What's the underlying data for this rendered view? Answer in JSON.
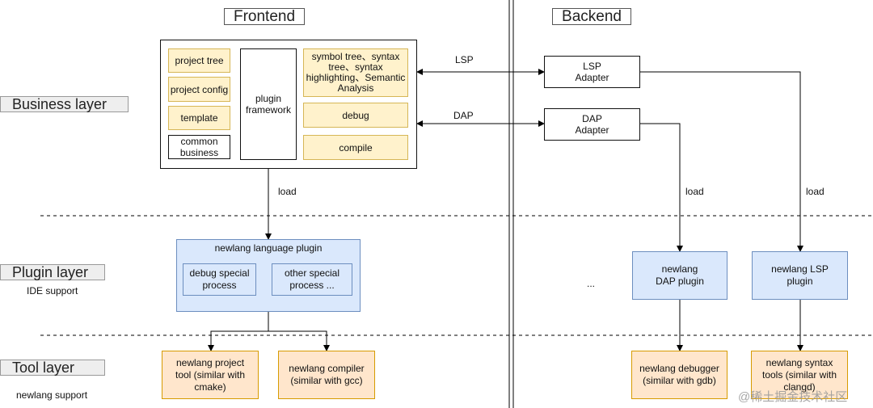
{
  "headers": {
    "frontend": "Frontend",
    "backend": "Backend"
  },
  "layers": {
    "business": {
      "title": "Business layer"
    },
    "plugin": {
      "title": "Plugin layer",
      "subtitle": "IDE support"
    },
    "tool": {
      "title": "Tool layer",
      "subtitle": "newlang support"
    }
  },
  "frontend_business": {
    "project_tree": "project tree",
    "project_config": "project config",
    "template": "template",
    "common_business": "common business",
    "plugin_framework": "plugin framework",
    "symbol_tree": "symbol tree、syntax tree、syntax highlighting、Semantic Analysis",
    "debug": "debug",
    "compile": "compile"
  },
  "backend_business": {
    "lsp_adapter": "LSP Adapter",
    "dap_adapter": "DAP Adapter"
  },
  "connectors": {
    "lsp": "LSP",
    "dap": "DAP",
    "load_frontend": "load",
    "load_dap": "load",
    "load_lsp": "load"
  },
  "plugin_layer": {
    "language_plugin_title": "newlang language plugin",
    "debug_special": "debug special process",
    "other_special": "other special process ...",
    "ellipsis": "...",
    "dap_plugin": "newlang DAP plugin",
    "lsp_plugin": "newlang LSP plugin"
  },
  "tool_layer": {
    "project_tool": "newlang project tool (similar with cmake)",
    "compiler": "newlang compiler (similar with gcc)",
    "debugger": "newlang debugger (similar with gdb)",
    "syntax_tools": "newlang syntax tools (similar with clangd)"
  },
  "watermark": "@稀土掘金技术社区"
}
